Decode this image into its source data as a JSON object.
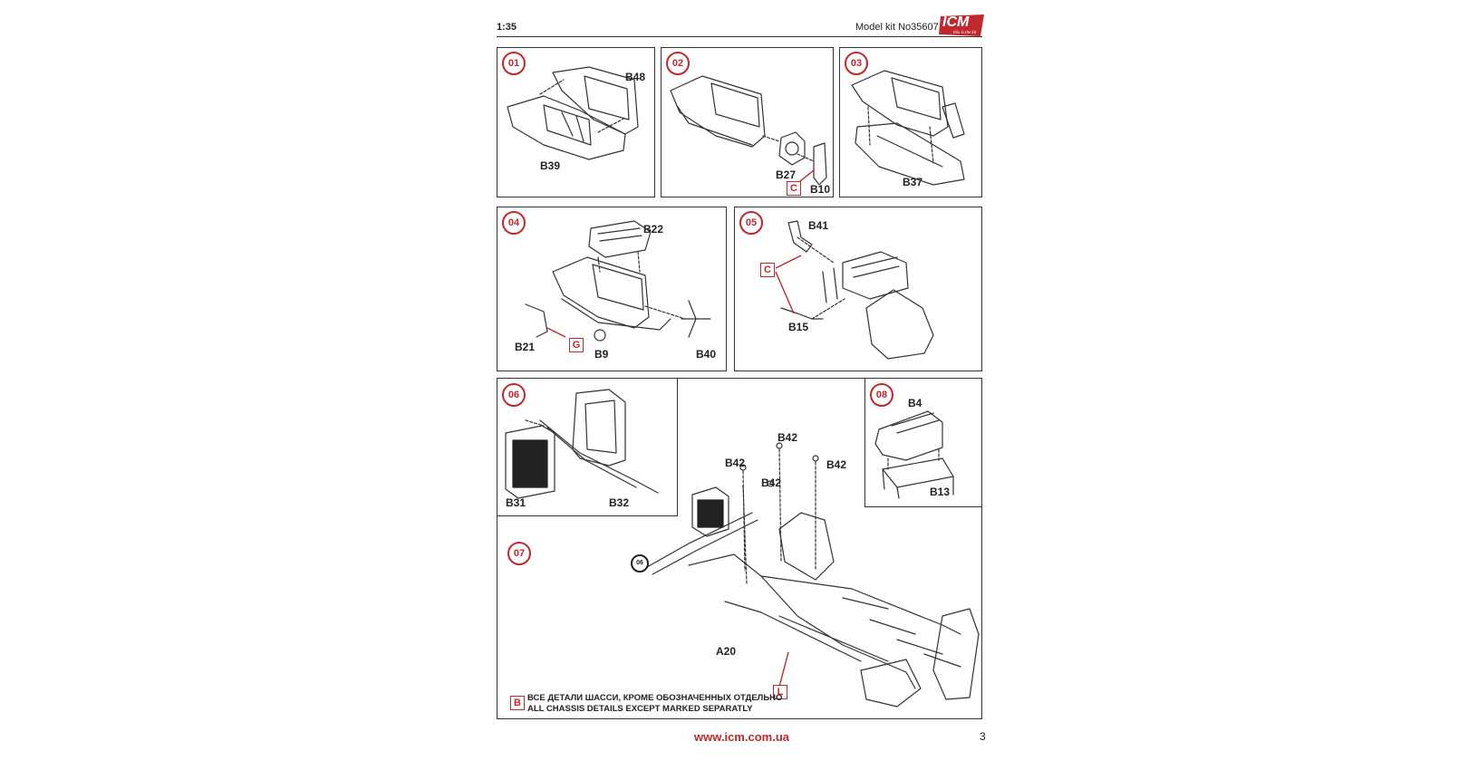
{
  "header": {
    "scale": "1:35",
    "kit": "Model kit No35607",
    "brand": "ICM",
    "brand_tagline": "this is the kit"
  },
  "steps": [
    {
      "num": "01",
      "parts": [
        "B48",
        "B39"
      ]
    },
    {
      "num": "02",
      "parts": [
        "B27",
        "B10"
      ],
      "markers": [
        "C"
      ]
    },
    {
      "num": "03",
      "parts": [
        "B37"
      ]
    },
    {
      "num": "04",
      "parts": [
        "B22",
        "B21",
        "B9",
        "B40"
      ],
      "markers": [
        "G"
      ]
    },
    {
      "num": "05",
      "parts": [
        "B41",
        "B15"
      ],
      "markers": [
        "C"
      ]
    },
    {
      "num": "06",
      "parts": [
        "B31",
        "B32"
      ]
    },
    {
      "num": "07",
      "parts": [
        "B42",
        "B42",
        "B42",
        "B42",
        "A20"
      ],
      "markers": [
        "L"
      ],
      "ref": "06"
    },
    {
      "num": "08",
      "parts": [
        "B4",
        "B13"
      ]
    }
  ],
  "note": {
    "marker": "B",
    "line_ru": "ВСЕ ДЕТАЛИ ШАССИ, КРОМЕ ОБОЗНАЧЕННЫХ ОТДЕЛЬНО",
    "line_en": "ALL CHASSIS DETAILS EXCEPT MARKED SEPARATLY"
  },
  "footer": {
    "url": "www.icm.com.ua",
    "page": "3"
  },
  "colors": {
    "accent": "#c0282d",
    "line": "#333333"
  }
}
